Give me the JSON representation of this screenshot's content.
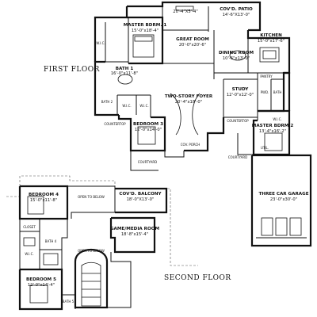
{
  "floors": {
    "first": "FIRST FLOOR",
    "second": "SECOND FLOOR"
  },
  "rooms": {
    "master_bdrm_1": {
      "name": "MASTER BDRM. 1",
      "size": "15'-0\"x18'-4\""
    },
    "great_room": {
      "name": "GREAT ROOM",
      "size": "20'-0\"x20'-6\""
    },
    "covd_patio": {
      "name": "COV'D. PATIO",
      "size": "14'-6\"X13'-0\""
    },
    "kitchen": {
      "name": "KITCHEN",
      "size": "15'-0\"x17'-6\""
    },
    "dining_room": {
      "name": "DINING ROOM",
      "size": "10'-6\"x13'-0\""
    },
    "bath_1": {
      "name": "BATH 1",
      "size": "16'-0\"x11'-8\""
    },
    "two_story_foyer": {
      "name": "TWO-STORY FOYER",
      "size": "20'-4\"x18'-0\""
    },
    "study": {
      "name": "STUDY",
      "size": "12'-0\"x12'-0\""
    },
    "bedroom_3": {
      "name": "BEDROOM 3",
      "size": "12'-0\"x14'-0\""
    },
    "master_bdrm_2": {
      "name": "MASTER BDRM 2",
      "size": "13'-4\"x16'-2\""
    },
    "three_car_garage": {
      "name": "THREE CAR GARAGE",
      "size": "23'-0\"x30'-0\""
    },
    "bedroom_4": {
      "name": "BEDROOM 4",
      "size": "15'-0\"x11'-8\""
    },
    "covd_balcony": {
      "name": "COV'D. BALCONY",
      "size": "18'-0\"X13'-0\""
    },
    "game_media_room": {
      "name": "GAME/MEDIA ROOM",
      "size": "18'-8\"x15'-4\""
    },
    "bedroom_5": {
      "name": "BEDROOM 5",
      "size": "12'-0\"x14'-4\""
    }
  },
  "labels": {
    "top_dimension": "20'-4\"X5'-4\"",
    "wic_1": "W.I.C.",
    "wic_2": "W.I.C.",
    "wic_3": "W.I.C.",
    "wic_4": "W.I.C.",
    "pantry": "PANTRY",
    "bath_2": "BATH 2",
    "bath_3": "BATH 3",
    "powder": "PWD.",
    "util": "UTIL.",
    "countertop_1": "COUNTERTOP",
    "countertop_2": "COUNTERTOP",
    "courtyard_1": "COURTYARD",
    "courtyard_2": "COURTYARD",
    "porch": "COV. PORCH",
    "open_below_1": "OPEN TO BELOW",
    "open_below_2": "OPEN TO BELOW",
    "closet": "CLOSET",
    "bath_4": "BATH 4",
    "bath_5": "BATH 5",
    "wic_5": "W.I.C."
  }
}
